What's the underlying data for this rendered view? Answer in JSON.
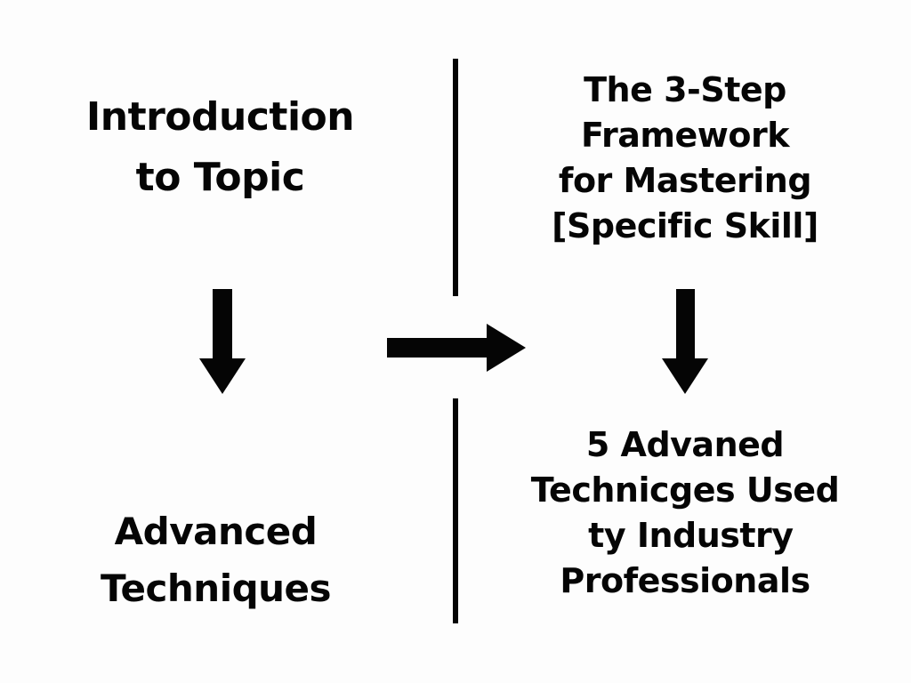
{
  "diagram": {
    "background_color": "#fdfdfd",
    "ink_color": "#050505",
    "nodes": {
      "intro": {
        "lines": [
          "Introduction",
          "to Topic"
        ]
      },
      "advanced": {
        "lines": [
          "Advanced",
          "Techniques"
        ]
      },
      "framework": {
        "lines": [
          "The 3-Step",
          "Framework",
          "for Mastering",
          "[Specific Skill]"
        ]
      },
      "five_techniques": {
        "lines": [
          "5 Advaned",
          "Technicges Used",
          " ty Industry",
          "Professionals"
        ]
      }
    },
    "connectors": [
      {
        "from": "intro",
        "to": "advanced",
        "direction": "down",
        "icon": "arrow-down-icon"
      },
      {
        "from": "left-column",
        "to": "right-column",
        "direction": "right",
        "icon": "arrow-right-icon"
      },
      {
        "from": "framework",
        "to": "five_techniques",
        "direction": "down",
        "icon": "arrow-down-icon"
      }
    ],
    "dividers": [
      {
        "name": "divider-top",
        "orientation": "vertical"
      },
      {
        "name": "divider-bottom",
        "orientation": "vertical"
      }
    ]
  }
}
